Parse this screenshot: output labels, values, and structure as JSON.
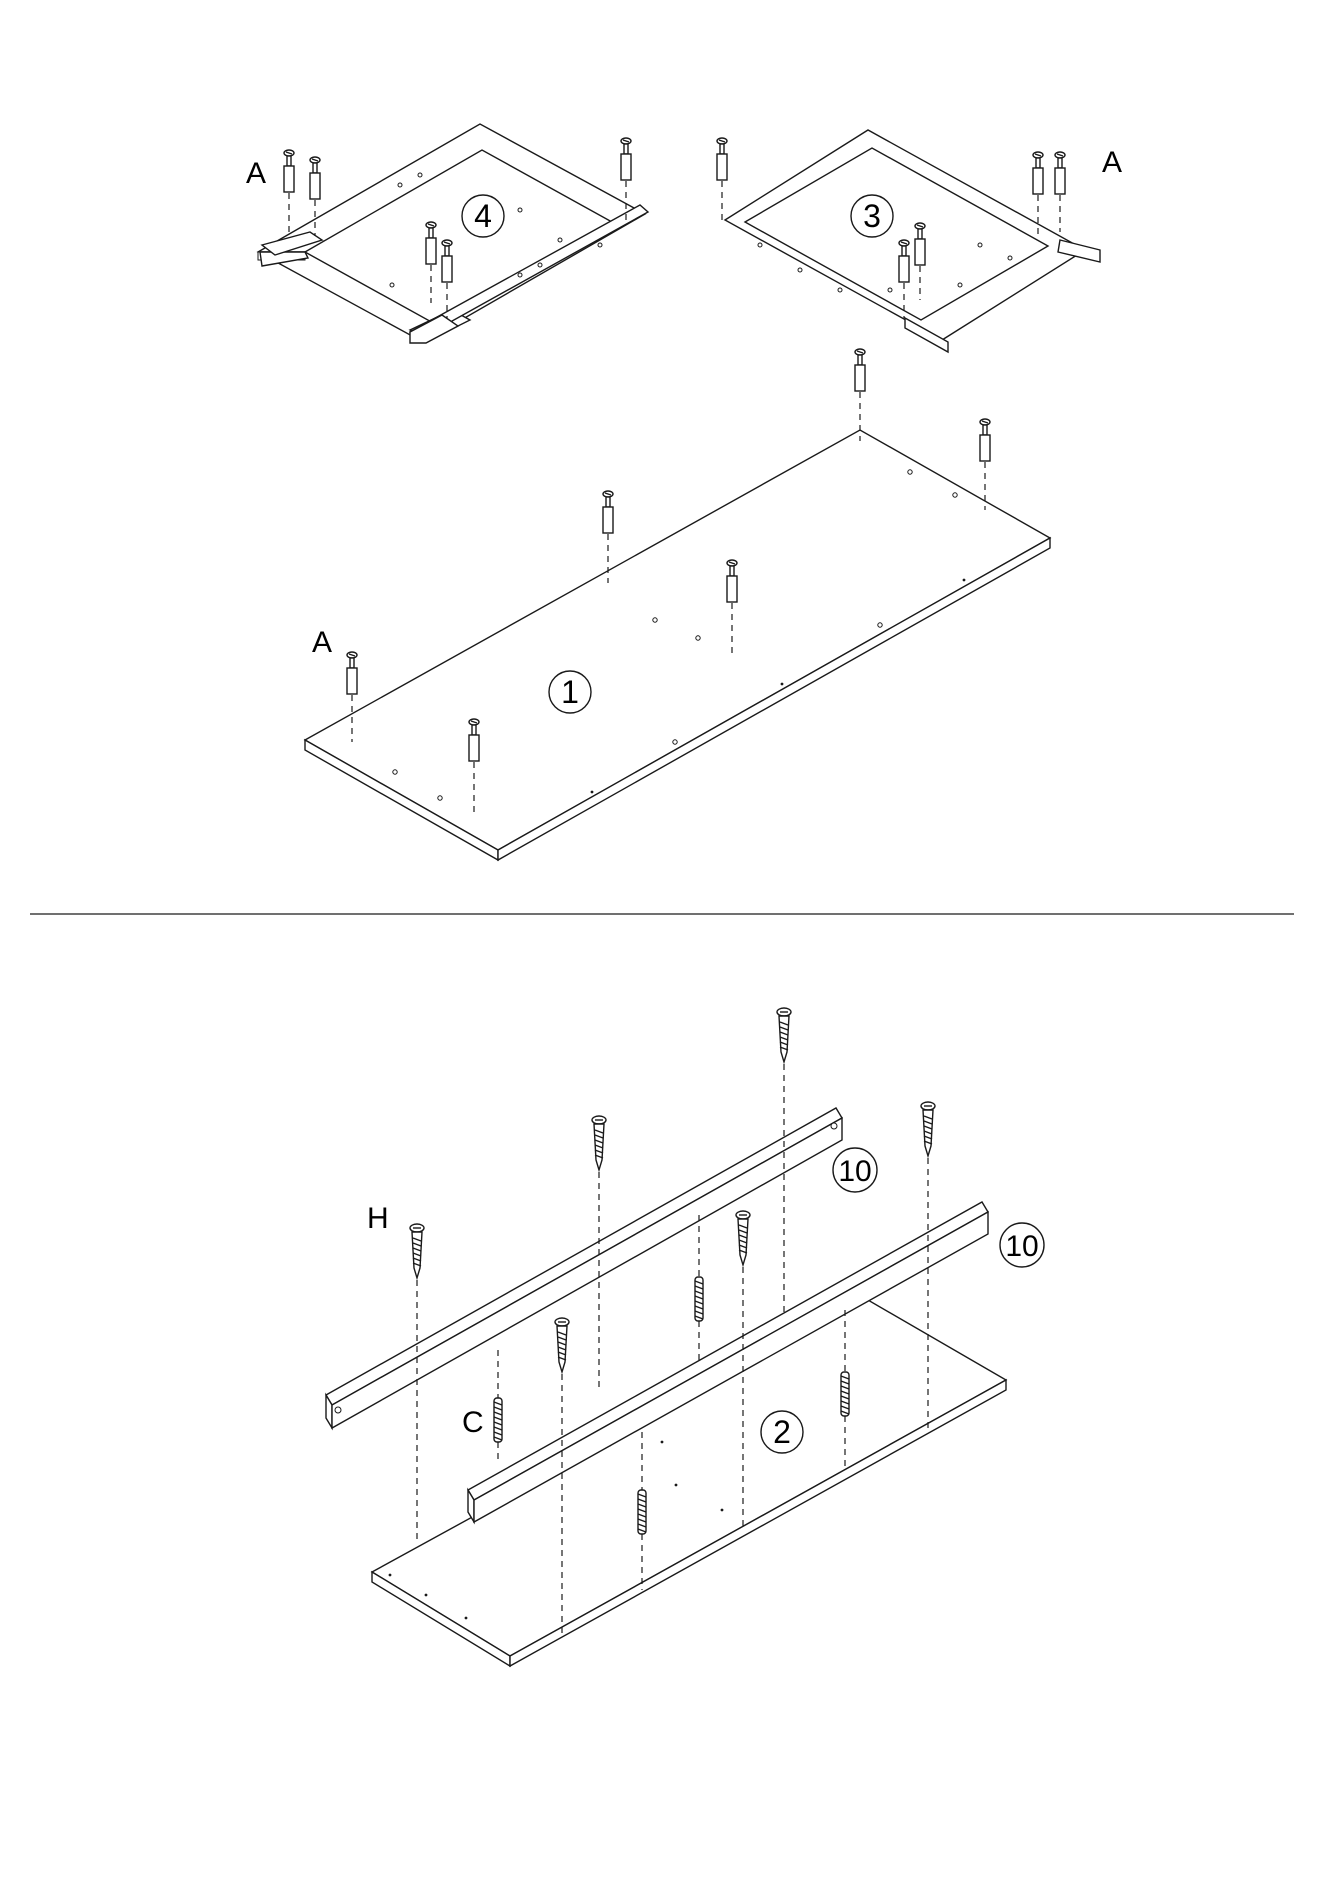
{
  "step1": {
    "labels": {
      "part_4": "4",
      "part_3": "3",
      "part_1": "1",
      "fitting_a_left": "A",
      "fitting_a_right": "A",
      "fitting_a_main": "A"
    }
  },
  "step2": {
    "labels": {
      "part_10_top": "10",
      "part_10_bottom": "10",
      "part_2": "2",
      "screw_h": "H",
      "dowel_c": "C"
    }
  },
  "colors": {
    "line": "#1a1a1a",
    "background": "#ffffff"
  }
}
